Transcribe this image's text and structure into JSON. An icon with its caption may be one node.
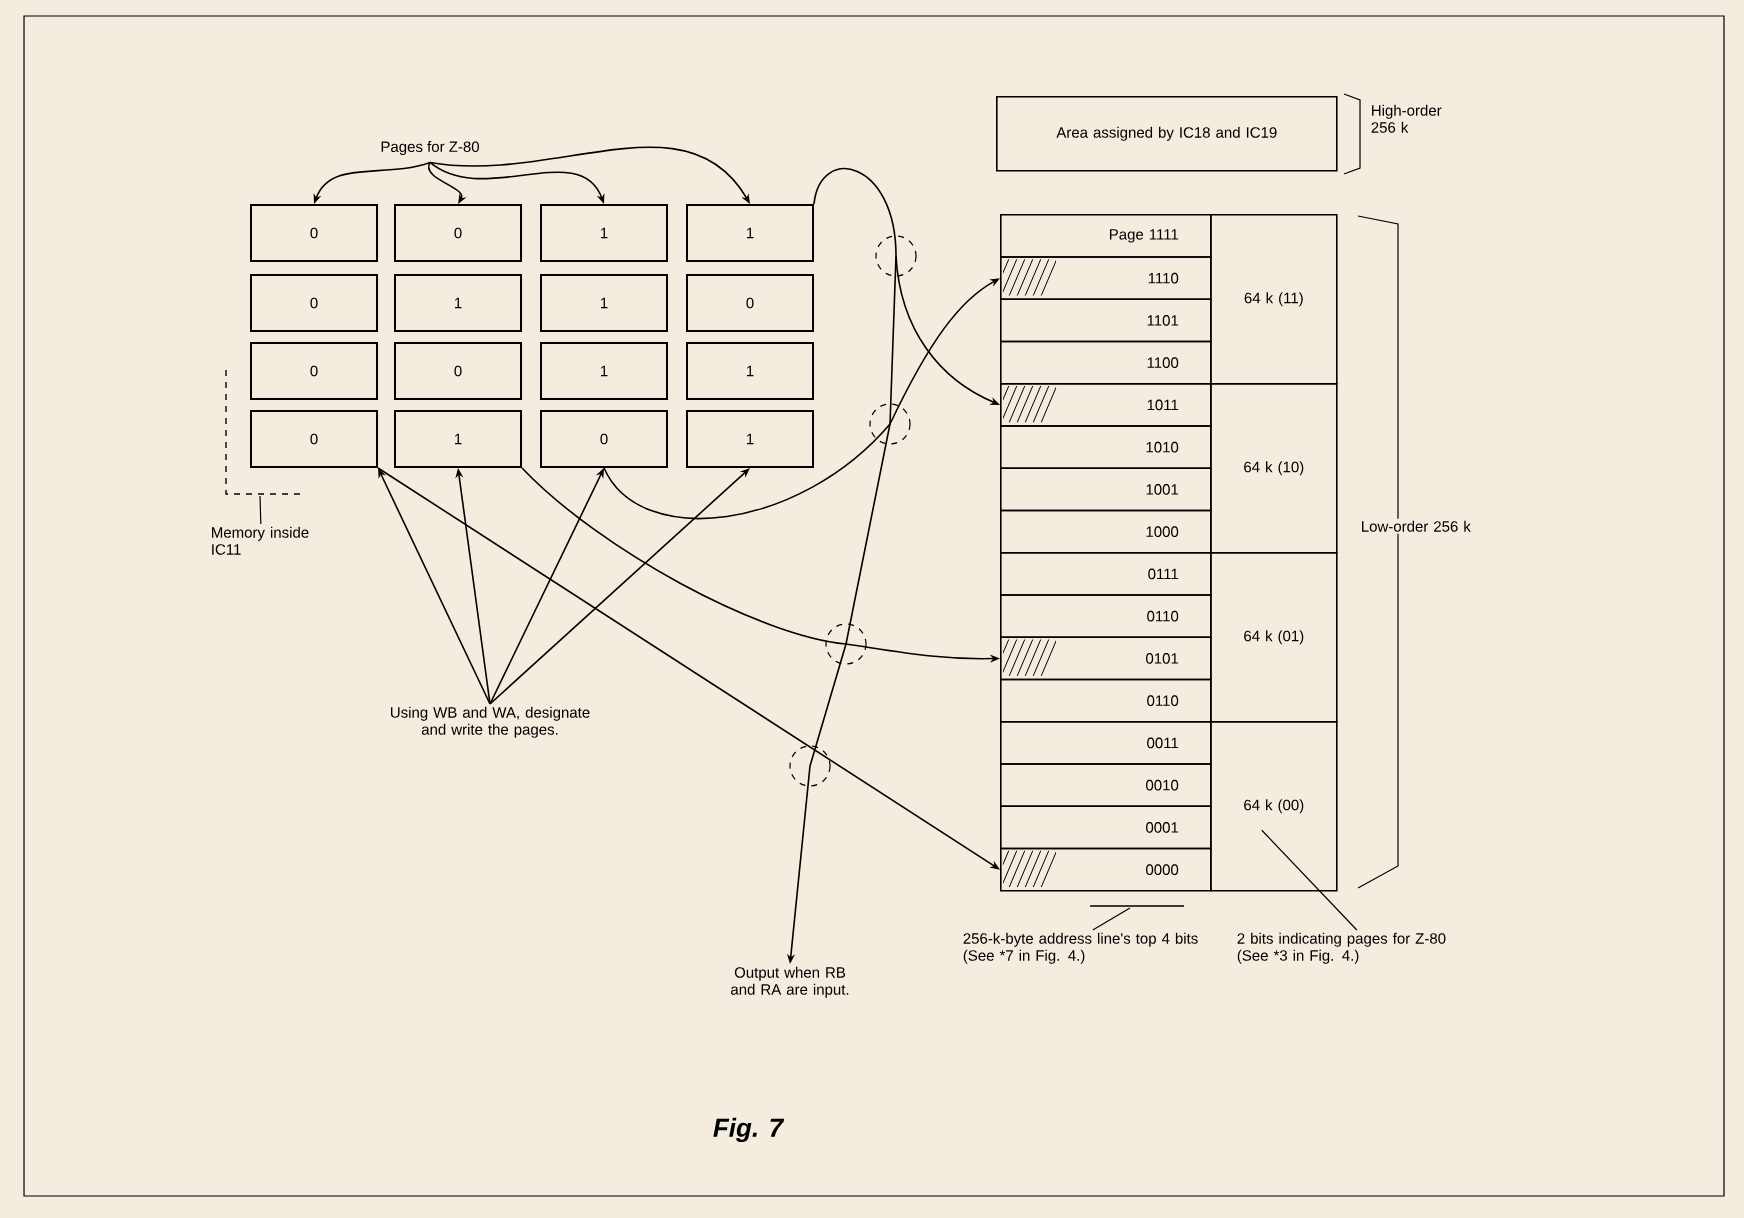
{
  "diagram": {
    "caption": "Fig. 7",
    "nodes": [
      {
        "text": [
          "Pages for Z-80"
        ]
      },
      {
        "text": [
          "0"
        ]
      },
      {
        "text": [
          "0"
        ]
      },
      {
        "text": [
          "1"
        ]
      },
      {
        "text": [
          "1"
        ]
      },
      {
        "text": [
          "0"
        ]
      },
      {
        "text": [
          "1"
        ]
      },
      {
        "text": [
          "1"
        ]
      },
      {
        "text": [
          "0"
        ]
      },
      {
        "text": [
          "0"
        ]
      },
      {
        "text": [
          "0"
        ]
      },
      {
        "text": [
          "1"
        ]
      },
      {
        "text": [
          "1"
        ]
      },
      {
        "text": [
          "0"
        ]
      },
      {
        "text": [
          "1"
        ]
      },
      {
        "text": [
          "0"
        ]
      },
      {
        "text": [
          "1"
        ]
      },
      {
        "text": [
          "Area assigned by IC18 and IC19"
        ]
      },
      {
        "text": [
          "Page 1111"
        ]
      },
      {
        "text": [
          "1110"
        ]
      },
      {
        "text": [
          "1101"
        ]
      },
      {
        "text": [
          "1100"
        ]
      },
      {
        "text": [
          "1011"
        ]
      },
      {
        "text": [
          "1010"
        ]
      },
      {
        "text": [
          "1001"
        ]
      },
      {
        "text": [
          "1000"
        ]
      },
      {
        "text": [
          "0111"
        ]
      },
      {
        "text": [
          "0110"
        ]
      },
      {
        "text": [
          "0101"
        ]
      },
      {
        "text": [
          "0110"
        ]
      },
      {
        "text": [
          "0011"
        ]
      },
      {
        "text": [
          "0010"
        ]
      },
      {
        "text": [
          "0001"
        ]
      },
      {
        "text": [
          "0000"
        ]
      },
      {
        "text": [
          "64 k (11)"
        ]
      },
      {
        "text": [
          "64 k (10)"
        ]
      },
      {
        "text": [
          "64 k (01)"
        ]
      },
      {
        "text": [
          "64 k (00)"
        ]
      },
      {
        "text": [
          "Using WB and WA, designate and write the pages."
        ]
      },
      {
        "text": [
          "Output when RB and RA are input."
        ]
      },
      {
        "text": [
          "Memory inside IC11"
        ]
      },
      {
        "text": [
          "256-k-byte address line's top 4 bits (See *7 in Fig. 4.)"
        ]
      },
      {
        "text": [
          "2 bits indicating pages for Z-80 (See *3 in Fig. 4.)"
        ]
      }
    ],
    "edges": [
      {
        "from": 0,
        "to": 1,
        "arrow": "to"
      },
      {
        "from": 0,
        "to": 2,
        "arrow": "to"
      },
      {
        "from": 0,
        "to": 3,
        "arrow": "to"
      },
      {
        "from": 0,
        "to": 4,
        "arrow": "to"
      },
      {
        "from": 38,
        "to": 13,
        "arrow": "to"
      },
      {
        "from": 38,
        "to": 14,
        "arrow": "to"
      },
      {
        "from": 38,
        "to": 15,
        "arrow": "to"
      },
      {
        "from": 38,
        "to": 16,
        "arrow": "to"
      },
      {
        "from": 4,
        "to": 22,
        "arrow": "to"
      },
      {
        "from": 15,
        "to": 19,
        "arrow": "to"
      },
      {
        "from": 14,
        "to": 28,
        "arrow": "to"
      },
      {
        "from": 13,
        "to": 33,
        "arrow": "to"
      },
      {
        "from": null,
        "to": 39,
        "arrow": "to"
      },
      {
        "from": 40,
        "to": null,
        "arrow": "none"
      },
      {
        "from": 41,
        "to": null,
        "arrow": "none"
      },
      {
        "from": 42,
        "to": 37,
        "arrow": "none"
      }
    ],
    "labels": [
      "High-order 256 k",
      "Low-order 256 k"
    ]
  }
}
